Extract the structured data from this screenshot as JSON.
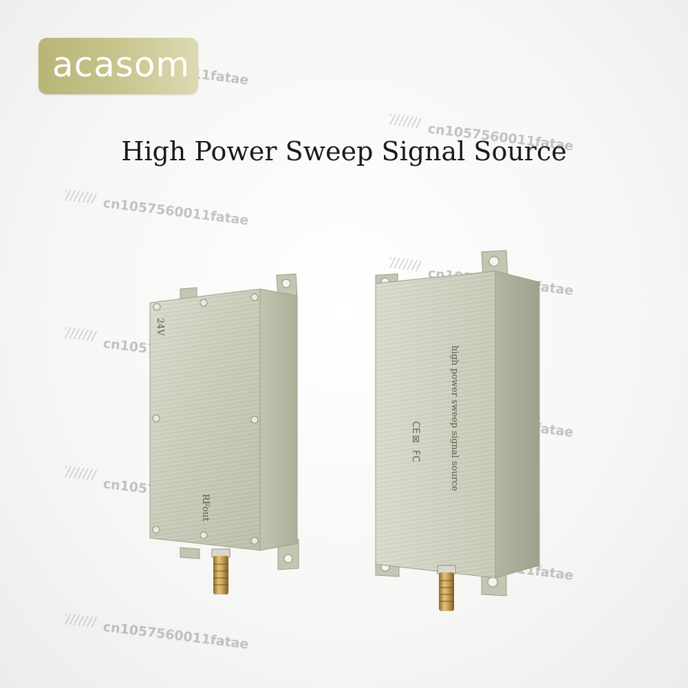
{
  "logo": {
    "text": "acasom"
  },
  "headline": {
    "text": "High Power Sweep Signal Source"
  },
  "watermark": {
    "text": "cn1057560011fatae"
  },
  "device_left": {
    "voltage_label": "24V",
    "port_label": "RFout"
  },
  "device_right": {
    "side_label": "high power sweep signal source"
  },
  "colors": {
    "logo_bg": "#c4c287",
    "housing": "#cfd1c0",
    "connector": "#c9a45a"
  }
}
